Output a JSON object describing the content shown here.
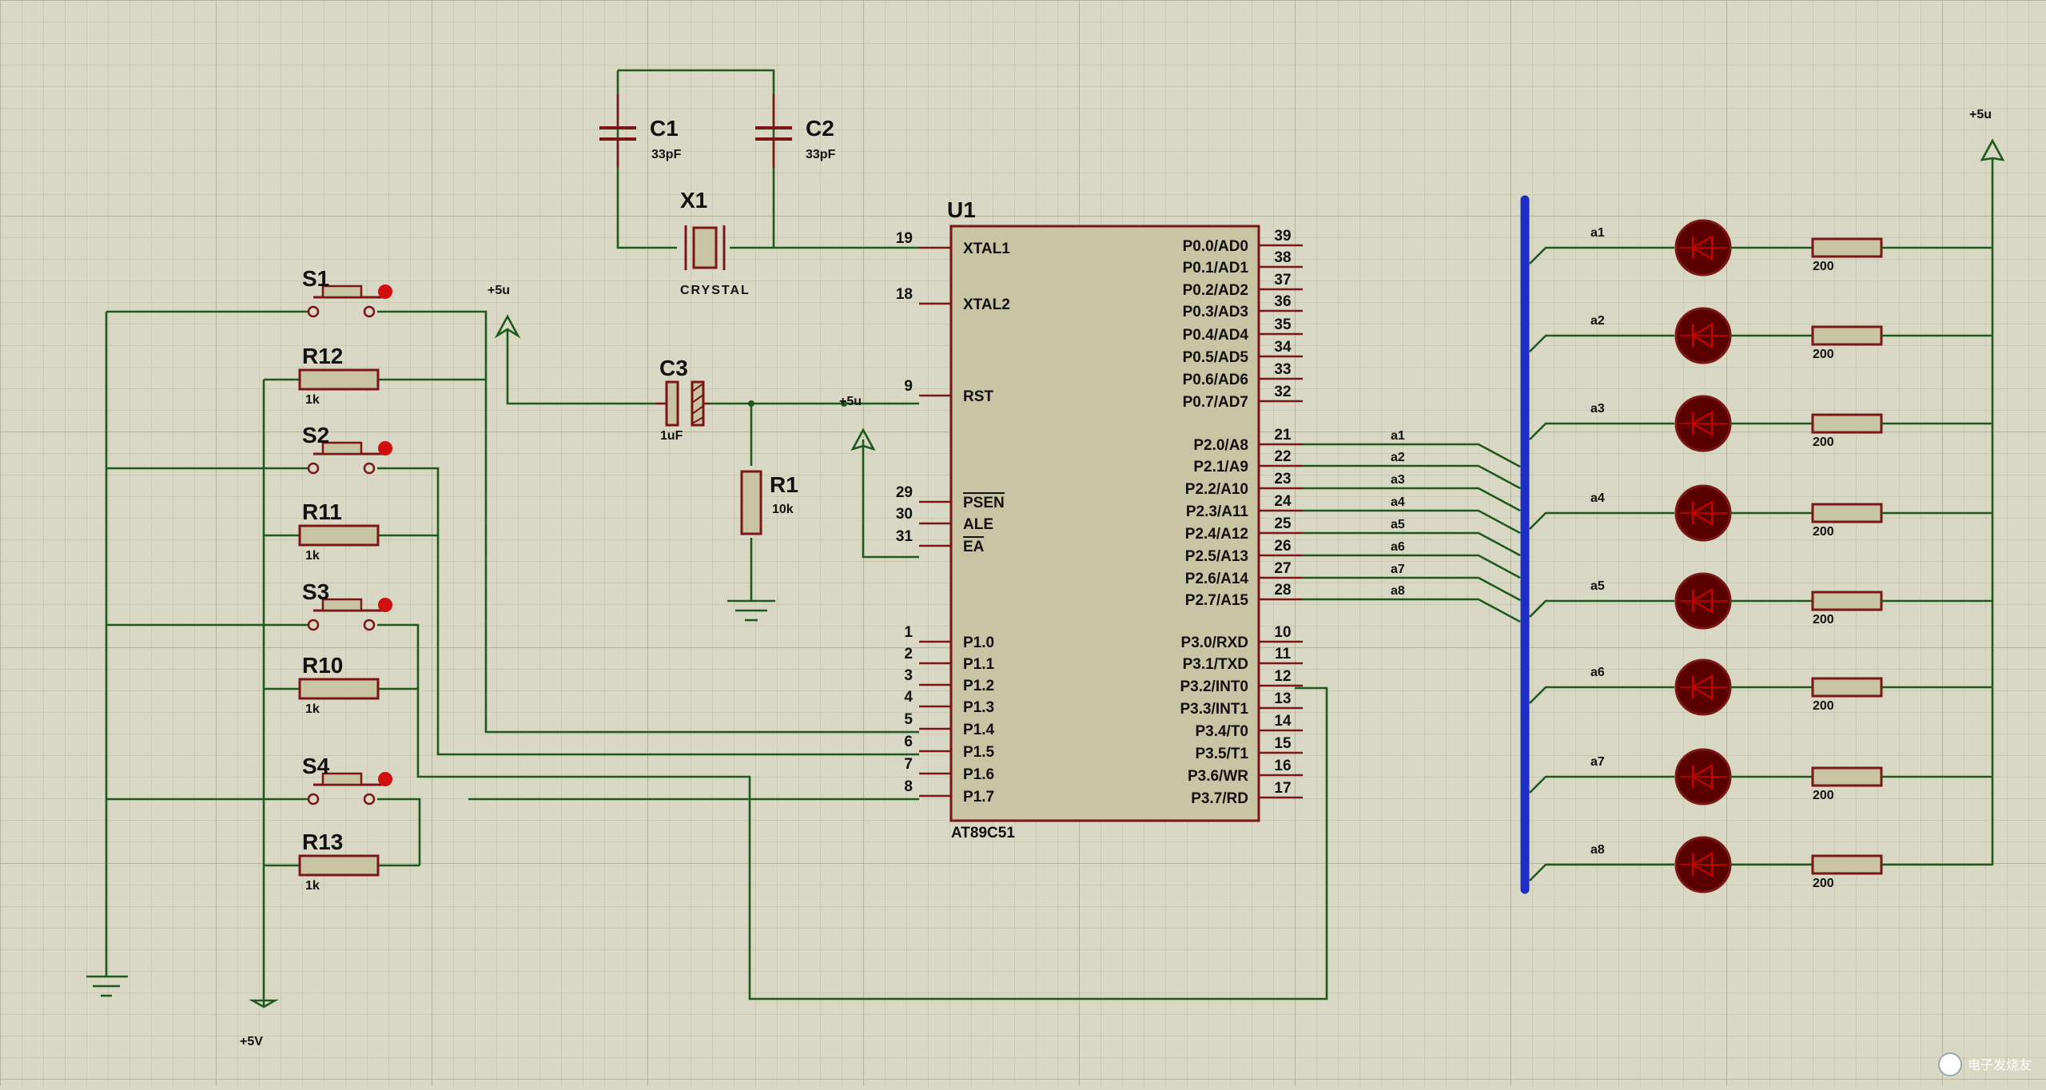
{
  "chip": {
    "ref": "U1",
    "part": "AT89C51",
    "left_pins": [
      {
        "num": "19",
        "name": "XTAL1"
      },
      {
        "num": "18",
        "name": "XTAL2"
      },
      {
        "num": "9",
        "name": "RST"
      },
      {
        "num": "29",
        "name": "PSEN"
      },
      {
        "num": "30",
        "name": "ALE"
      },
      {
        "num": "31",
        "name": "EA"
      },
      {
        "num": "1",
        "name": "P1.0"
      },
      {
        "num": "2",
        "name": "P1.1"
      },
      {
        "num": "3",
        "name": "P1.2"
      },
      {
        "num": "4",
        "name": "P1.3"
      },
      {
        "num": "5",
        "name": "P1.4"
      },
      {
        "num": "6",
        "name": "P1.5"
      },
      {
        "num": "7",
        "name": "P1.6"
      },
      {
        "num": "8",
        "name": "P1.7"
      }
    ],
    "right_pins": [
      {
        "num": "39",
        "name": "P0.0/AD0"
      },
      {
        "num": "38",
        "name": "P0.1/AD1"
      },
      {
        "num": "37",
        "name": "P0.2/AD2"
      },
      {
        "num": "36",
        "name": "P0.3/AD3"
      },
      {
        "num": "35",
        "name": "P0.4/AD4"
      },
      {
        "num": "34",
        "name": "P0.5/AD5"
      },
      {
        "num": "33",
        "name": "P0.6/AD6"
      },
      {
        "num": "32",
        "name": "P0.7/AD7"
      },
      {
        "num": "21",
        "name": "P2.0/A8"
      },
      {
        "num": "22",
        "name": "P2.1/A9"
      },
      {
        "num": "23",
        "name": "P2.2/A10"
      },
      {
        "num": "24",
        "name": "P2.3/A11"
      },
      {
        "num": "25",
        "name": "P2.4/A12"
      },
      {
        "num": "26",
        "name": "P2.5/A13"
      },
      {
        "num": "27",
        "name": "P2.6/A14"
      },
      {
        "num": "28",
        "name": "P2.7/A15"
      },
      {
        "num": "10",
        "name": "P3.0/RXD"
      },
      {
        "num": "11",
        "name": "P3.1/TXD"
      },
      {
        "num": "12",
        "name": "P3.2/INT0"
      },
      {
        "num": "13",
        "name": "P3.3/INT1"
      },
      {
        "num": "14",
        "name": "P3.4/T0"
      },
      {
        "num": "15",
        "name": "P3.5/T1"
      },
      {
        "num": "16",
        "name": "P3.6/WR"
      },
      {
        "num": "17",
        "name": "P3.7/RD"
      }
    ]
  },
  "crystal": {
    "ref": "X1",
    "label": "CRYSTAL"
  },
  "capacitors": [
    {
      "ref": "C1",
      "value": "33pF"
    },
    {
      "ref": "C2",
      "value": "33pF"
    },
    {
      "ref": "C3",
      "value": "1uF"
    }
  ],
  "reset_resistor": {
    "ref": "R1",
    "value": "10k"
  },
  "switches": [
    "S1",
    "S2",
    "S3",
    "S4"
  ],
  "pulldowns": [
    {
      "ref": "R12",
      "value": "1k"
    },
    {
      "ref": "R11",
      "value": "1k"
    },
    {
      "ref": "R10",
      "value": "1k"
    },
    {
      "ref": "R13",
      "value": "1k"
    }
  ],
  "power_labels": {
    "vcc_small": "+5u",
    "vcc_bottom": "+5V"
  },
  "bus_nets": [
    "a1",
    "a2",
    "a3",
    "a4",
    "a5",
    "a6",
    "a7",
    "a8"
  ],
  "led_resistor_value": "200",
  "watermark": "电子发烧友"
}
